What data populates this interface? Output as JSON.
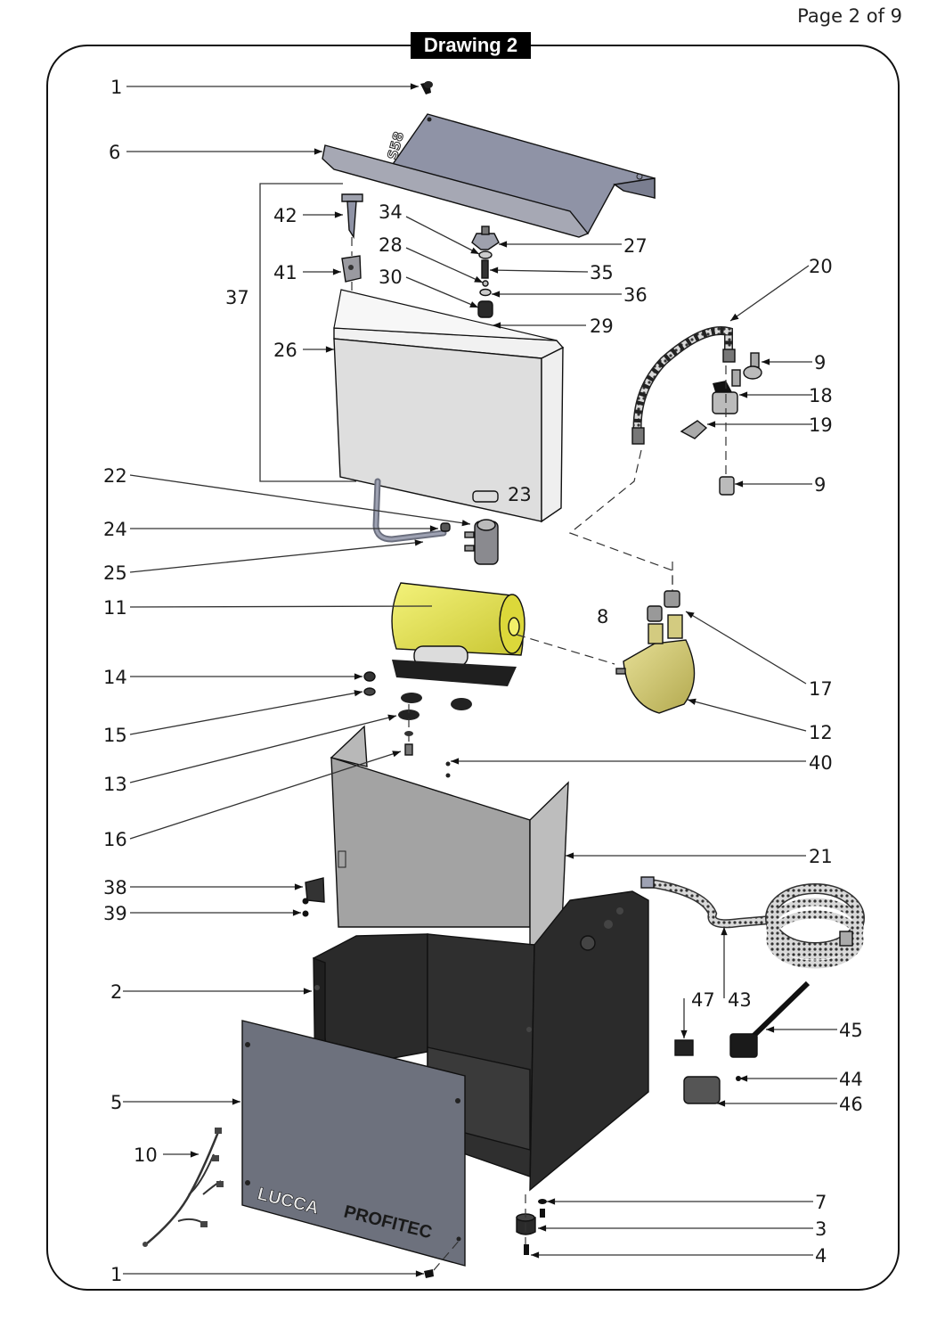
{
  "page": {
    "label": "Page 2 of 9"
  },
  "drawing": {
    "title": "Drawing 2"
  },
  "branding": {
    "panel_logo_left": "LUCCA",
    "panel_logo_right": "PROFITEC",
    "cover_mark": "S58"
  },
  "colors": {
    "frame": "#111111",
    "title_bg": "#000000",
    "title_fg": "#ffffff",
    "motor_yellow": "#e3e24a",
    "pump_brass": "#d6cf7a",
    "chassis_dark": "#2e2e2e",
    "panel_gray": "#6d717d",
    "tank_white": "#e8e8e8",
    "shield_gray": "#a3a3a3",
    "cover_blue_gray": "#8f93a6"
  },
  "callouts": {
    "c1_top": "1",
    "c6": "6",
    "c42": "42",
    "c34": "34",
    "c27": "27",
    "c28": "28",
    "c35": "35",
    "c41": "41",
    "c30": "30",
    "c36": "36",
    "c37": "37",
    "c29": "29",
    "c20": "20",
    "c26": "26",
    "c9_top": "9",
    "c18": "18",
    "c19": "19",
    "c22": "22",
    "c23": "23",
    "c9_bottom": "9",
    "c24": "24",
    "c25": "25",
    "c11": "11",
    "c8": "8",
    "c14": "14",
    "c17": "17",
    "c15": "15",
    "c12": "12",
    "c13": "13",
    "c40": "40",
    "c16": "16",
    "c21": "21",
    "c38": "38",
    "c39": "39",
    "c2": "2",
    "c47": "47",
    "c43": "43",
    "c45": "45",
    "c44": "44",
    "c5": "5",
    "c46": "46",
    "c10": "10",
    "c7": "7",
    "c3": "3",
    "c1_bottom": "1",
    "c4": "4"
  }
}
